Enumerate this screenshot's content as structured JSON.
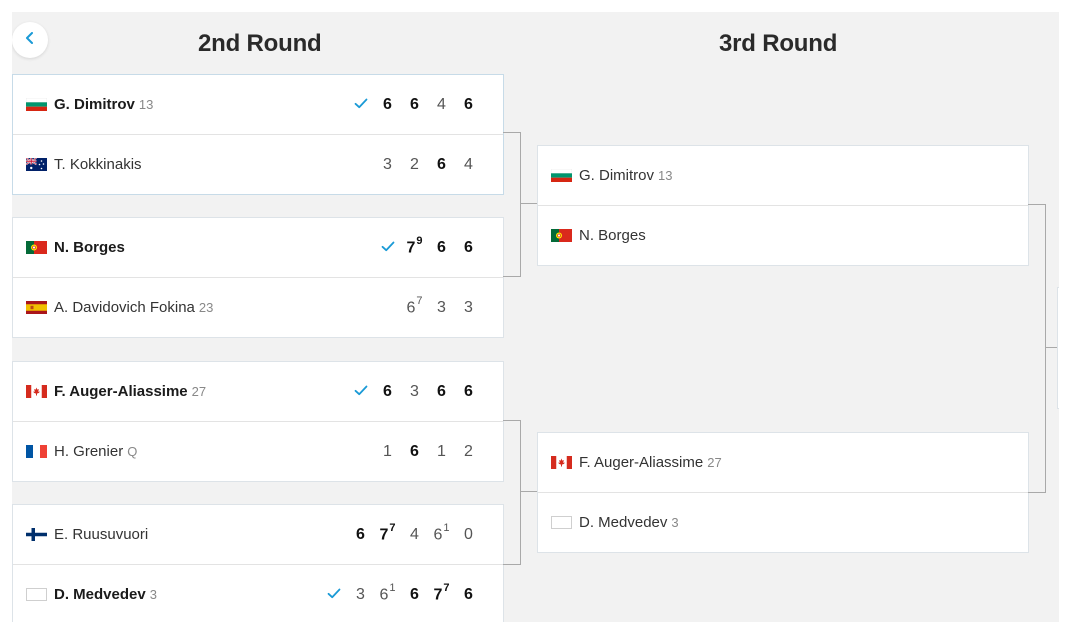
{
  "rounds": {
    "second": "2nd Round",
    "third": "3rd Round"
  },
  "second_round": [
    {
      "players": [
        {
          "name": "G. Dimitrov",
          "seed": "13",
          "flag": "bulgaria",
          "winner": true,
          "scores": [
            {
              "v": "6",
              "w": true
            },
            {
              "v": "6",
              "w": true
            },
            {
              "v": "4",
              "w": false
            },
            {
              "v": "6",
              "w": true
            }
          ]
        },
        {
          "name": "T. Kokkinakis",
          "seed": "",
          "flag": "australia",
          "winner": false,
          "scores": [
            {
              "v": "3",
              "w": false
            },
            {
              "v": "2",
              "w": false
            },
            {
              "v": "6",
              "w": true
            },
            {
              "v": "4",
              "w": false
            }
          ]
        }
      ]
    },
    {
      "players": [
        {
          "name": "N. Borges",
          "seed": "",
          "flag": "portugal",
          "winner": true,
          "scores": [
            {
              "v": "7",
              "sup": "9",
              "w": true
            },
            {
              "v": "6",
              "w": true
            },
            {
              "v": "6",
              "w": true
            }
          ]
        },
        {
          "name": "A. Davidovich Fokina",
          "seed": "23",
          "flag": "spain",
          "winner": false,
          "scores": [
            {
              "v": "6",
              "sup": "7",
              "w": false
            },
            {
              "v": "3",
              "w": false
            },
            {
              "v": "3",
              "w": false
            }
          ]
        }
      ]
    },
    {
      "players": [
        {
          "name": "F. Auger-Aliassime",
          "seed": "27",
          "flag": "canada",
          "winner": true,
          "scores": [
            {
              "v": "6",
              "w": true
            },
            {
              "v": "3",
              "w": false
            },
            {
              "v": "6",
              "w": true
            },
            {
              "v": "6",
              "w": true
            }
          ]
        },
        {
          "name": "H. Grenier",
          "seed": "Q",
          "flag": "france",
          "winner": false,
          "scores": [
            {
              "v": "1",
              "w": false
            },
            {
              "v": "6",
              "w": true
            },
            {
              "v": "1",
              "w": false
            },
            {
              "v": "2",
              "w": false
            }
          ]
        }
      ]
    },
    {
      "players": [
        {
          "name": "E. Ruusuvuori",
          "seed": "",
          "flag": "finland",
          "winner": false,
          "scores": [
            {
              "v": "6",
              "w": true
            },
            {
              "v": "7",
              "sup": "7",
              "w": true
            },
            {
              "v": "4",
              "w": false
            },
            {
              "v": "6",
              "sup": "1",
              "w": false
            },
            {
              "v": "0",
              "w": false
            }
          ]
        },
        {
          "name": "D. Medvedev",
          "seed": "3",
          "flag": "neutral",
          "winner": true,
          "scores": [
            {
              "v": "3",
              "w": false
            },
            {
              "v": "6",
              "sup": "1",
              "w": false
            },
            {
              "v": "6",
              "w": true
            },
            {
              "v": "7",
              "sup": "7",
              "w": true
            },
            {
              "v": "6",
              "w": true
            }
          ]
        }
      ]
    }
  ],
  "third_round": [
    {
      "players": [
        {
          "name": "G. Dimitrov",
          "seed": "13",
          "flag": "bulgaria"
        },
        {
          "name": "N. Borges",
          "seed": "",
          "flag": "portugal"
        }
      ]
    },
    {
      "players": [
        {
          "name": "F. Auger-Aliassime",
          "seed": "27",
          "flag": "canada"
        },
        {
          "name": "D. Medvedev",
          "seed": "3",
          "flag": "neutral"
        }
      ]
    }
  ],
  "colors": {
    "check": "#1a9ad6",
    "connector": "#a9a9a9",
    "background": "#f2f2f2"
  }
}
